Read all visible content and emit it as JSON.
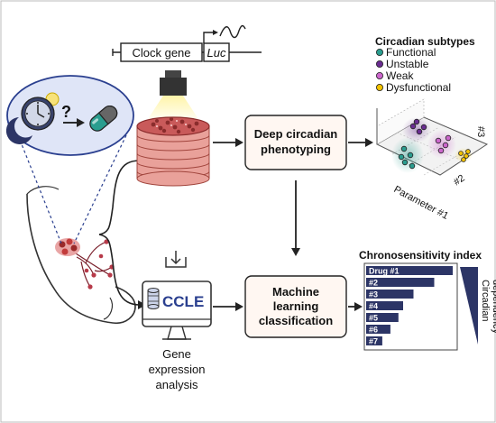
{
  "reporter": {
    "gene_label": "Clock gene",
    "luc_label": "Luc"
  },
  "question_mark": "?",
  "steps": {
    "phenotyping": [
      "Deep circadian",
      "phenotyping"
    ],
    "classification": [
      "Machine",
      "learning",
      "classification"
    ],
    "ccle": "CCLE",
    "gene_expression": [
      "Gene",
      "expression",
      "analysis"
    ]
  },
  "subtypes": {
    "title": "Circadian subtypes",
    "items": [
      {
        "label": "Functional",
        "color": "#2a9d8f"
      },
      {
        "label": "Unstable",
        "color": "#6a2c91"
      },
      {
        "label": "Weak",
        "color": "#cc66cc"
      },
      {
        "label": "Dysfunctional",
        "color": "#f2c200"
      }
    ]
  },
  "pca_axes": {
    "x": "Parameter #1",
    "y": "#2",
    "z": "#3"
  },
  "chrono": {
    "title": "Chronosensitivity index",
    "side_label": [
      "Circadian",
      "dependency"
    ],
    "bar_color": "#2c3566"
  },
  "chart_data": {
    "type": "bar",
    "orientation": "horizontal",
    "title": "Chronosensitivity index",
    "categories": [
      "Drug #1",
      "#2",
      "#3",
      "#4",
      "#5",
      "#6",
      "#7"
    ],
    "values": [
      7.5,
      5.9,
      4.1,
      3.2,
      2.8,
      2.1,
      1.4
    ]
  },
  "colors": {
    "dish": "#c95a5a",
    "dish_dark": "#8a2c2c",
    "arrow": "#222222",
    "panel_blue": "#dfe5f7",
    "panel_border": "#2a3f8f"
  }
}
